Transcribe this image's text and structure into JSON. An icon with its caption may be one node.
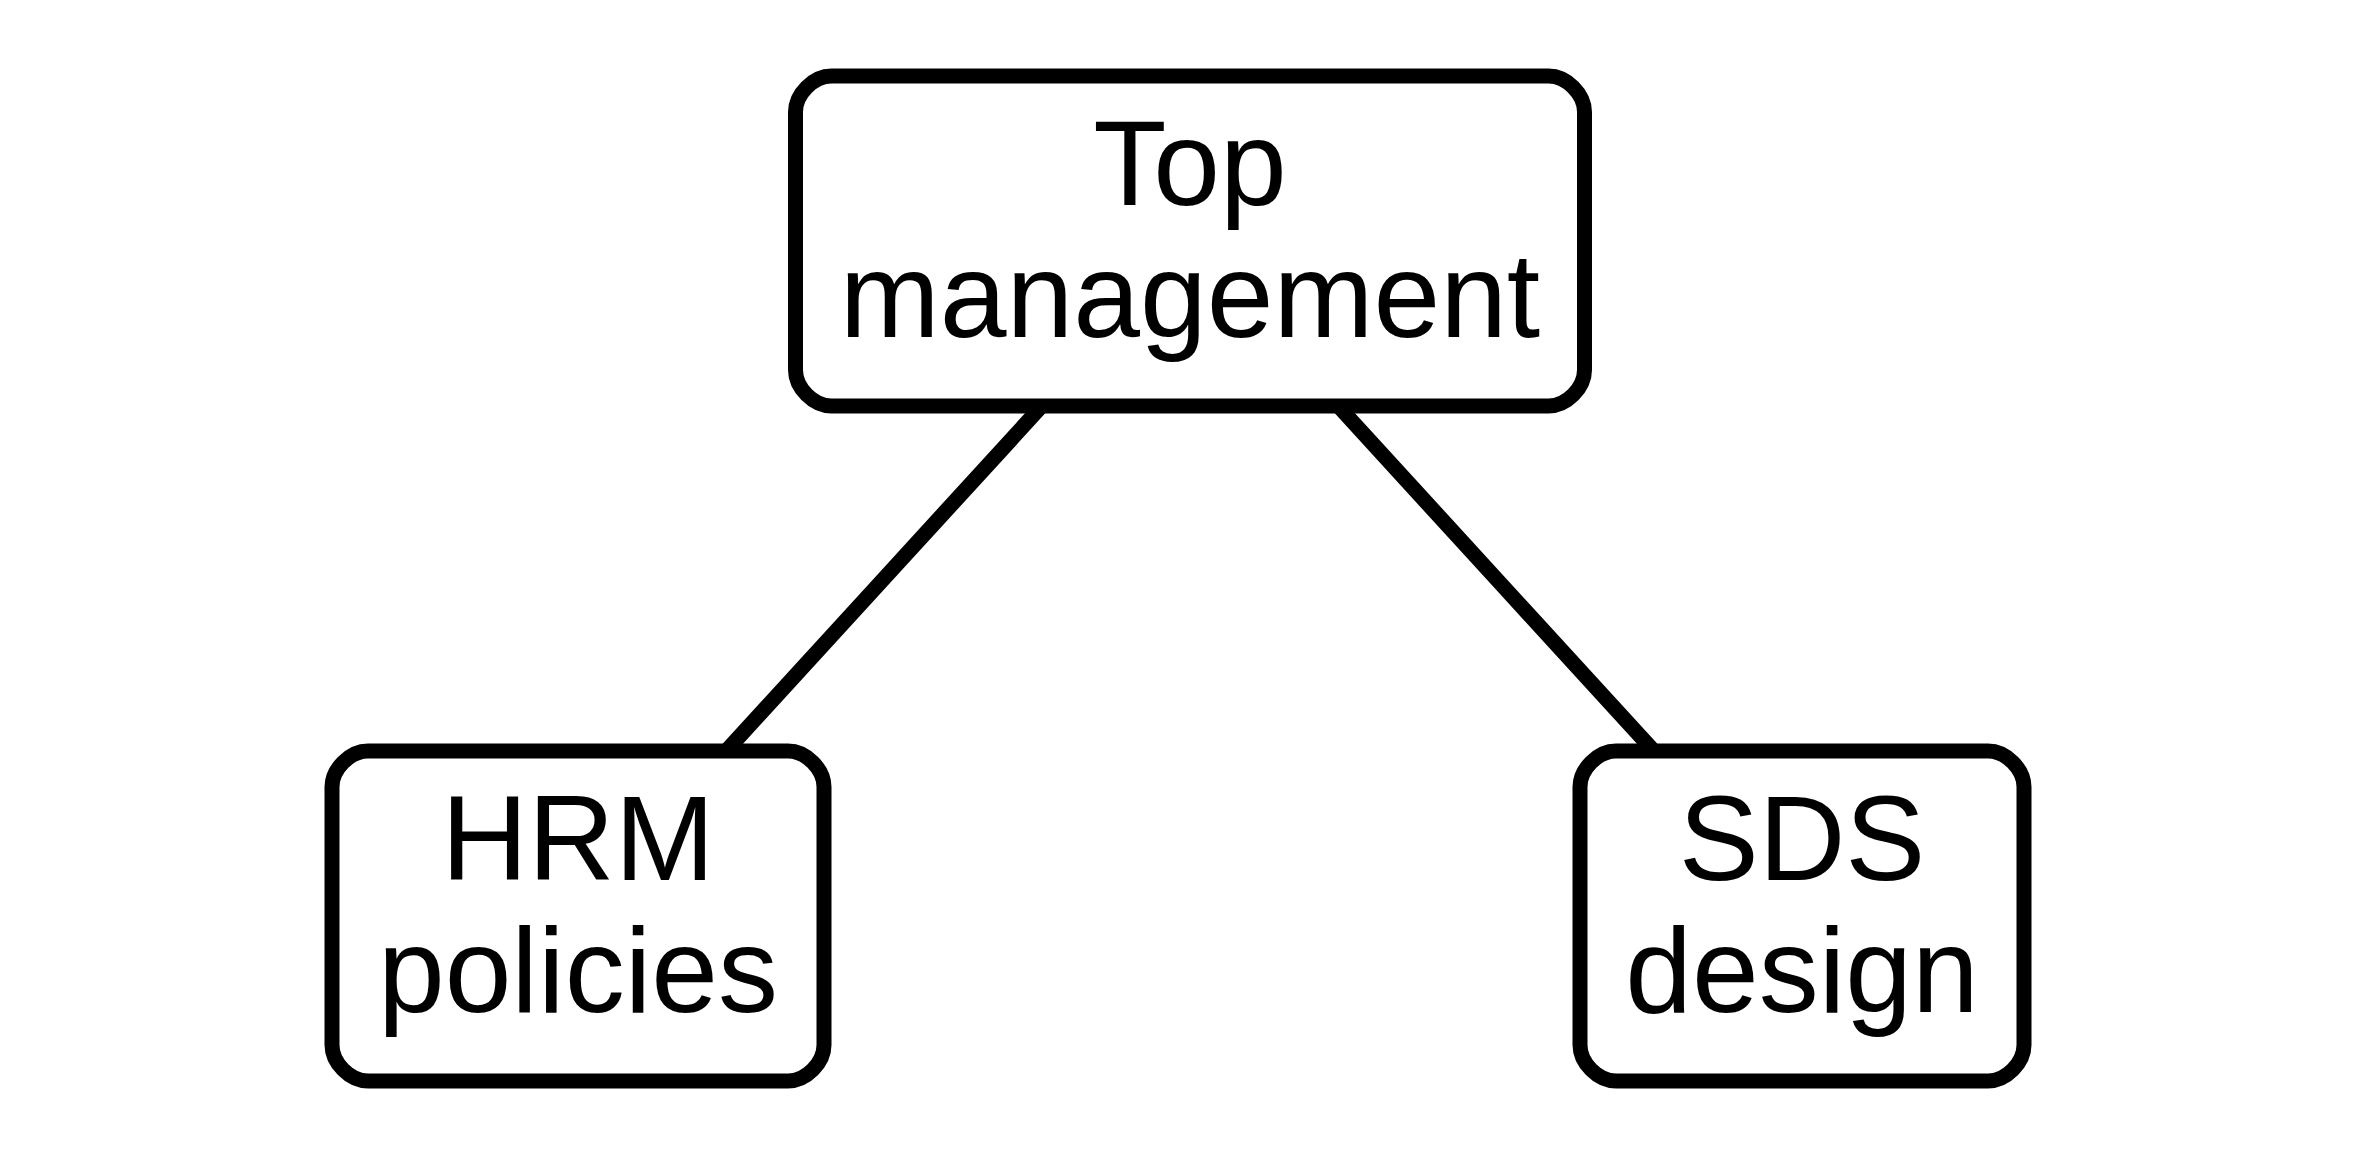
{
  "diagram": {
    "nodes": [
      {
        "text": [
          "Top management"
        ]
      },
      {
        "text": [
          "HRM policies"
        ]
      },
      {
        "text": [
          "SDS design"
        ]
      }
    ],
    "edges": [
      {
        "from": 0,
        "to": 1,
        "arrow": "none"
      },
      {
        "from": 0,
        "to": 2,
        "arrow": "none"
      }
    ]
  }
}
